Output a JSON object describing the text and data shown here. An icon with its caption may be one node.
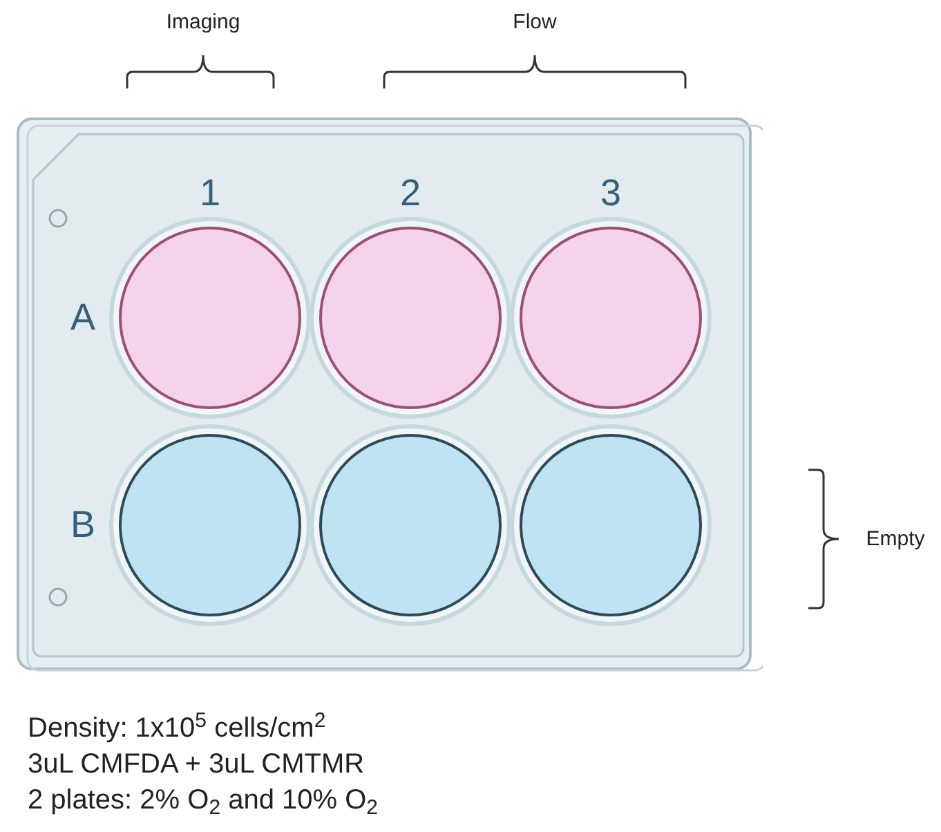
{
  "diagram": {
    "nodes": [
      {
        "text": [
          "1",
          "2",
          "3",
          "A",
          "B"
        ]
      },
      {
        "text": [],
        "shape": "circle",
        "in": 0
      },
      {
        "text": [],
        "shape": "circle",
        "in": 0
      },
      {
        "text": [],
        "shape": "circle",
        "in": 0
      },
      {
        "text": [],
        "shape": "circle",
        "in": 0
      },
      {
        "text": [],
        "shape": "circle",
        "in": 0
      },
      {
        "text": [],
        "shape": "circle",
        "in": 0
      }
    ],
    "labels": [
      "Imaging",
      "Flow",
      "Empty",
      "Density: 1x10$^{5}$ cells/cm$^{2}$",
      "3uL CMFDA + 3uL CMTMR",
      "2 plates: 2% O$_{2}$ and 10% O$_{2}$"
    ]
  }
}
